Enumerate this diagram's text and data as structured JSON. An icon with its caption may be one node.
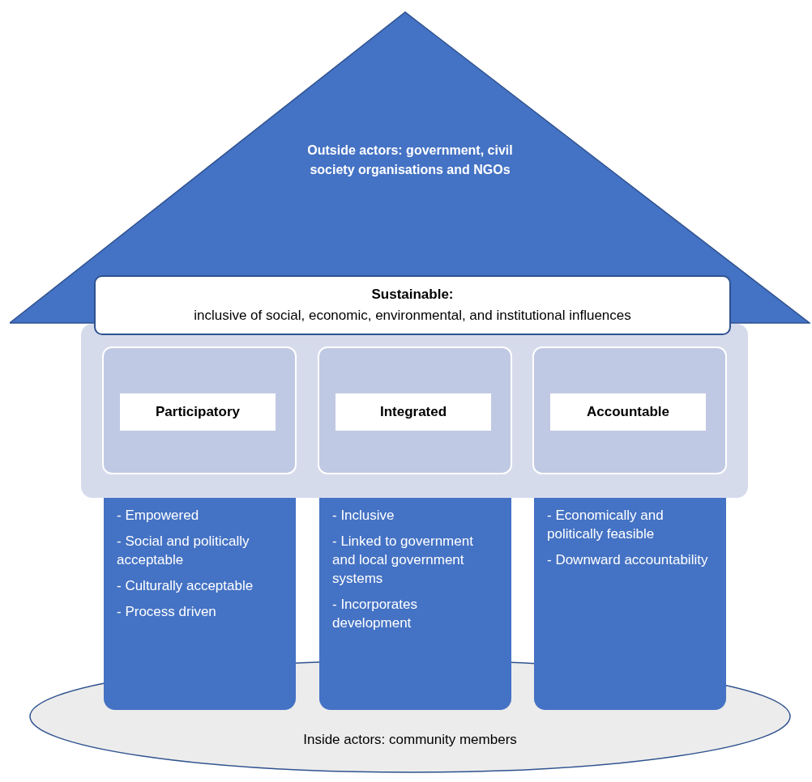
{
  "diagram": {
    "nodes": [
      {
        "text": [
          "Outside actors: government, civil society organisations and NGOs"
        ]
      },
      {
        "text": [
          "Sustainable:",
          "inclusive of social, economic, environmental, and institutional influences"
        ]
      },
      {
        "text": [],
        "shape": "box"
      },
      {
        "text": [
          "Participatory"
        ],
        "in": 2
      },
      {
        "text": [
          "Integrated"
        ],
        "in": 2
      },
      {
        "text": [
          "Accountable"
        ],
        "in": 2
      },
      {
        "text": [
          "- Empowered",
          "- Social and politically acceptable",
          "- Culturally acceptable",
          "- Process driven"
        ]
      },
      {
        "text": [
          "- Inclusive",
          "- Linked to government and local government systems",
          "- Incorporates development"
        ]
      },
      {
        "text": [
          "- Economically and politically feasible",
          "- Downward accountability"
        ]
      },
      {
        "text": [
          "Inside actors: community members"
        ]
      }
    ],
    "edges": []
  }
}
